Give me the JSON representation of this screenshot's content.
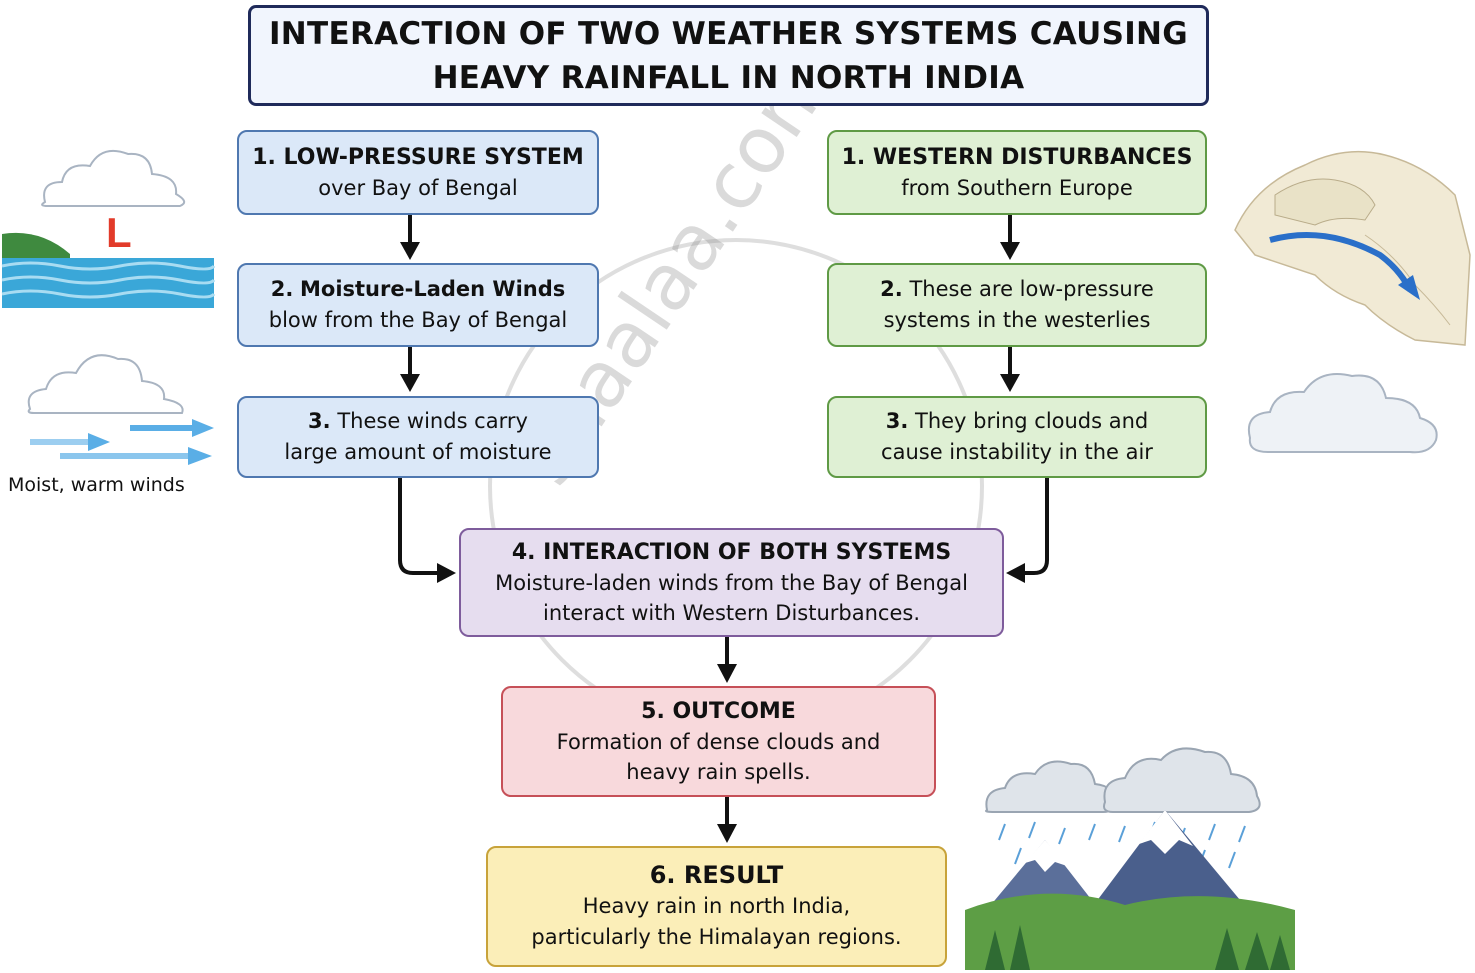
{
  "title": {
    "line1": "INTERACTION OF TWO WEATHER SYSTEMS CAUSING",
    "line2": "HEAVY RAINFALL IN NORTH INDIA"
  },
  "left": {
    "step1": {
      "heading": "1. LOW-PRESSURE SYSTEM",
      "text": "over Bay of Bengal"
    },
    "step2": {
      "num": "2.",
      "heading": "Moisture-Laden Winds",
      "text": "blow from the Bay of Bengal"
    },
    "step3": {
      "num": "3.",
      "line1": "These winds carry",
      "line2": "large amount of moisture"
    }
  },
  "right": {
    "step1": {
      "heading": "1. WESTERN DISTURBANCES",
      "text": "from Southern Europe"
    },
    "step2": {
      "num": "2.",
      "line1": "These are low-pressure",
      "line2": "systems in the westerlies"
    },
    "step3": {
      "num": "3.",
      "line1": "They bring clouds and",
      "line2": "cause instability in the air"
    }
  },
  "step4": {
    "heading": "4. INTERACTION OF BOTH SYSTEMS",
    "line1": "Moisture-laden winds from the Bay of Bengal",
    "line2": "interact with Western Disturbances."
  },
  "step5": {
    "heading": "5. OUTCOME",
    "line1": "Formation of dense clouds and",
    "line2": "heavy rain spells."
  },
  "step6": {
    "heading": "6. RESULT",
    "line1": "Heavy rain in north India,",
    "line2": "particularly the Himalayan regions."
  },
  "low_marker": "L",
  "winds_caption": "Moist, warm winds",
  "watermark": "shaalaa.com",
  "colors": {
    "blue_fill": "#dbe8f8",
    "green_fill": "#dff0d4",
    "purple_fill": "#e6ddef",
    "pink_fill": "#f8d9dc",
    "yellow_fill": "#fbeeb8",
    "low_marker": "#e23b2a"
  },
  "icons": [
    "cloud-icon",
    "sea-icon",
    "wind-arrows-icon",
    "map-icon",
    "rain-cloud-icon",
    "mountains-icon"
  ]
}
